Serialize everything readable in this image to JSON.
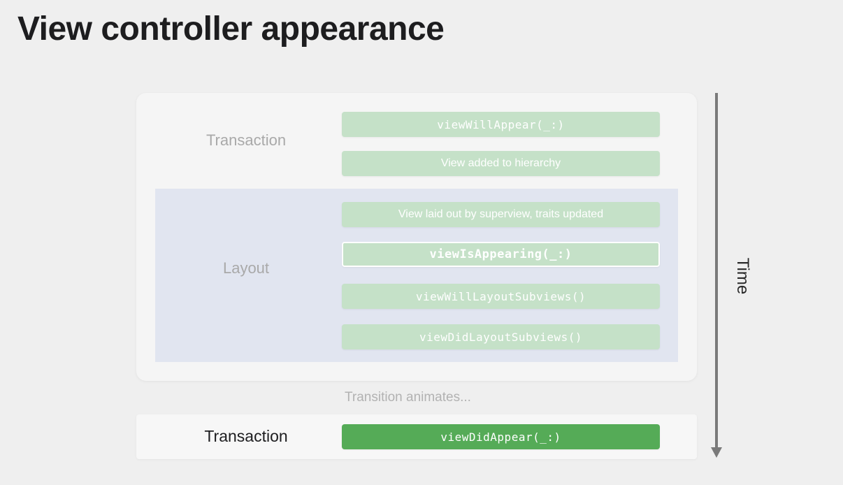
{
  "title": "View controller appearance",
  "sections": {
    "transaction_top": "Transaction",
    "layout": "Layout",
    "transaction_bottom": "Transaction"
  },
  "steps": {
    "view_will_appear": "viewWillAppear(_:)",
    "view_added": "View added to hierarchy",
    "view_laid_out": "View laid out by superview, traits updated",
    "view_is_appearing": "viewIsAppearing(_:)",
    "view_will_layout": "viewWillLayoutSubviews()",
    "view_did_layout": "viewDidLayoutSubviews()",
    "view_did_appear": "viewDidAppear(_:)"
  },
  "transition_note": "Transition animates...",
  "time_axis": {
    "label": "Time"
  },
  "colors": {
    "step_faded": "#c5e1c8",
    "step_active": "#55ab57",
    "layout_region": "#e1e5f0",
    "axis": "#7a7a7a"
  }
}
